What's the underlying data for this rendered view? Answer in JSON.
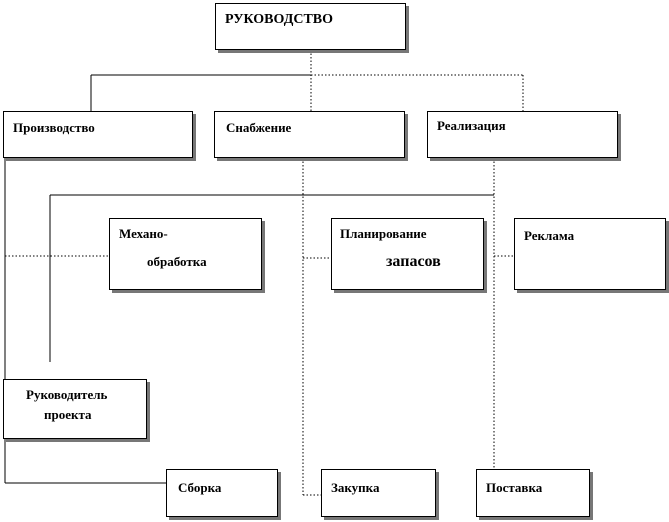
{
  "diagram": {
    "root": "РУКОВОДСТВО",
    "departments": {
      "production": "Производство",
      "supply": "Снабжение",
      "sales": "Реализация"
    },
    "units": {
      "machining_line1": "Механо-",
      "machining_line2": "обработка",
      "planning_line1": "Планирование",
      "planning_line2": "запасов",
      "advertising": "Реклама",
      "project_manager_line1": "Руководитель",
      "project_manager_line2": "проекта",
      "assembly": "Сборка",
      "purchasing": "Закупка",
      "delivery": "Поставка"
    }
  }
}
